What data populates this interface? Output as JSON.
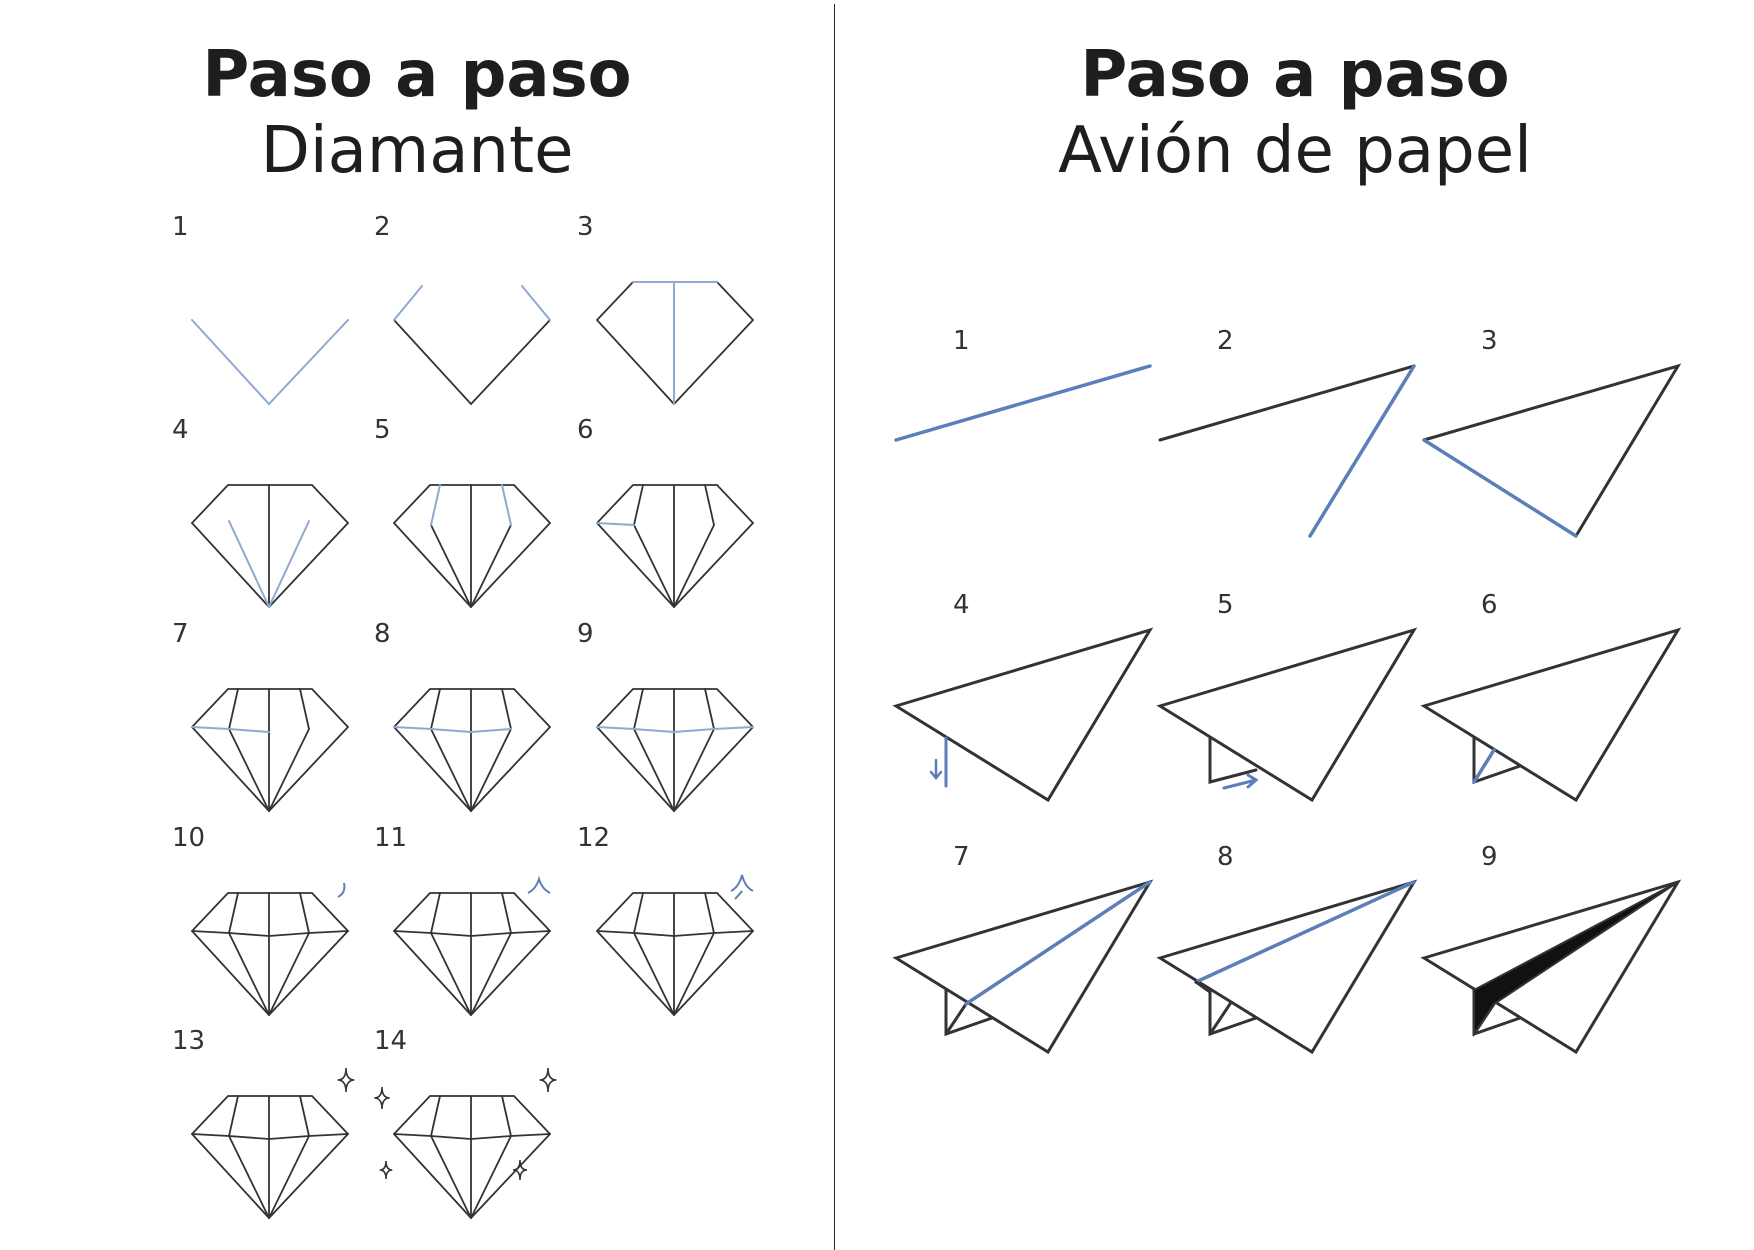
{
  "left": {
    "title": "Paso a paso",
    "subtitle": "Diamante",
    "steps": [
      "1",
      "2",
      "3",
      "4",
      "5",
      "6",
      "7",
      "8",
      "9",
      "10",
      "11",
      "12",
      "13",
      "14"
    ]
  },
  "right": {
    "title": "Paso a paso",
    "subtitle": "Avión de papel",
    "steps": [
      "1",
      "2",
      "3",
      "4",
      "5",
      "6",
      "7",
      "8",
      "9"
    ]
  },
  "colors": {
    "line": "#333333",
    "highlight": "#5b7fb8",
    "highlight_light": "#8fa9cf"
  }
}
